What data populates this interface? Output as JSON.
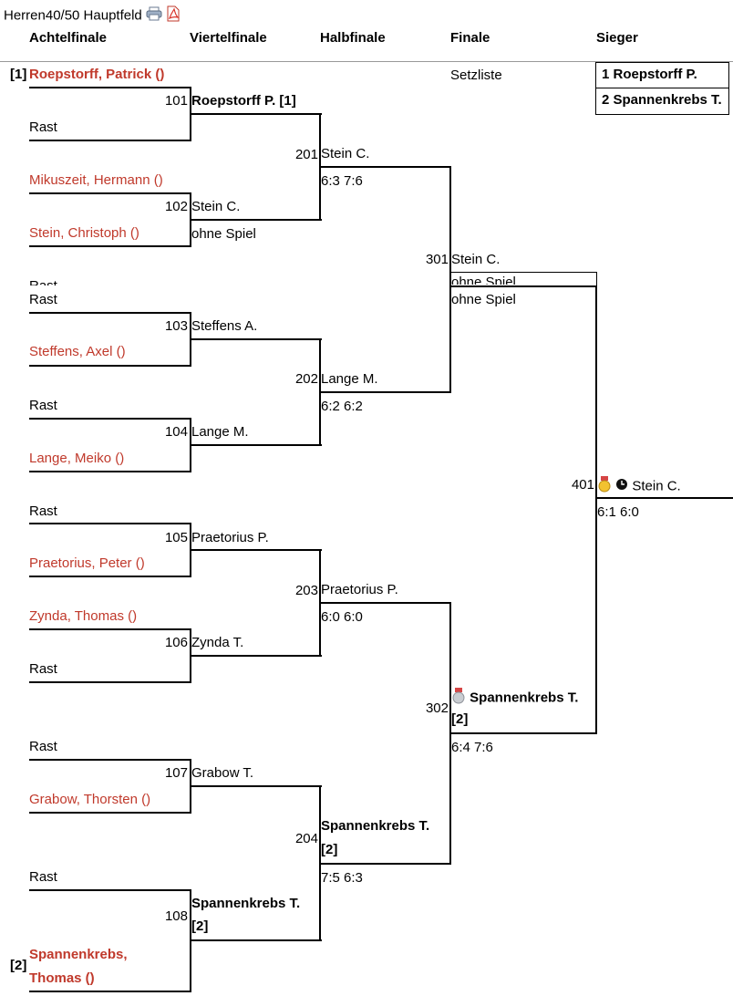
{
  "page": {
    "title": "Herren40/50 Hauptfeld",
    "print_icon": "printer-icon",
    "pdf_icon": "pdf-icon"
  },
  "headers": {
    "round1": "Achtelfinale",
    "round2": "Viertelfinale",
    "round3": "Halbfinale",
    "round4": "Finale",
    "winner": "Sieger"
  },
  "seeding": {
    "label": "Setzliste",
    "entries": [
      "1 Roepstorff P.",
      "2 Spannenkrebs T."
    ]
  },
  "round1": {
    "seed1": "[1]",
    "seed2": "[2]",
    "p1": "Roepstorff, Patrick ()",
    "p2": "Rast",
    "p3": "Mikuszeit, Hermann ()",
    "p4": "Stein, Christoph ()",
    "p5": "Rast",
    "p5b": "Rast",
    "p6": "Steffens, Axel ()",
    "p7": "Rast",
    "p8": "Lange, Meiko ()",
    "p9": "Rast",
    "p10": "Praetorius, Peter ()",
    "p11": "Zynda, Thomas ()",
    "p12": "Rast",
    "p13": "Rast",
    "p14": "Grabow, Thorsten ()",
    "p15": "Rast",
    "p16a": "Spannenkrebs,",
    "p16b": "Thomas ()"
  },
  "round2": {
    "m101": {
      "num": "101",
      "name": "Roepstorff P. [1]",
      "score": ""
    },
    "m102": {
      "num": "102",
      "name": "Stein C.",
      "score": "ohne Spiel"
    },
    "m103": {
      "num": "103",
      "name": "Steffens A.",
      "score": ""
    },
    "m104": {
      "num": "104",
      "name": "Lange M.",
      "score": ""
    },
    "m105": {
      "num": "105",
      "name": "Praetorius P.",
      "score": ""
    },
    "m106": {
      "num": "106",
      "name": "Zynda T.",
      "score": ""
    },
    "m107": {
      "num": "107",
      "name": "Grabow T.",
      "score": ""
    },
    "m108": {
      "num": "108",
      "name": "Spannenkrebs T.",
      "seed": "[2]"
    }
  },
  "round3": {
    "m201": {
      "num": "201",
      "name": "Stein C.",
      "score": "6:3 7:6"
    },
    "m202": {
      "num": "202",
      "name": "Lange M.",
      "score": "6:2 6:2"
    },
    "m203": {
      "num": "203",
      "name": "Praetorius P.",
      "score": "6:0 6:0"
    },
    "m204": {
      "num": "204",
      "name": "Spannenkrebs T.",
      "seed": "[2]",
      "score": "7:5 6:3"
    }
  },
  "round4": {
    "m301": {
      "num": "301",
      "name": "Stein C.",
      "overlap": "ohne Spiel",
      "score": "ohne Spiel"
    },
    "m302": {
      "num": "302",
      "name": "Spannenkrebs T.",
      "seed": "[2]",
      "score": "6:4 7:6"
    }
  },
  "final": {
    "m401": {
      "num": "401",
      "name": "Stein C.",
      "score": "6:1 6:0"
    }
  }
}
